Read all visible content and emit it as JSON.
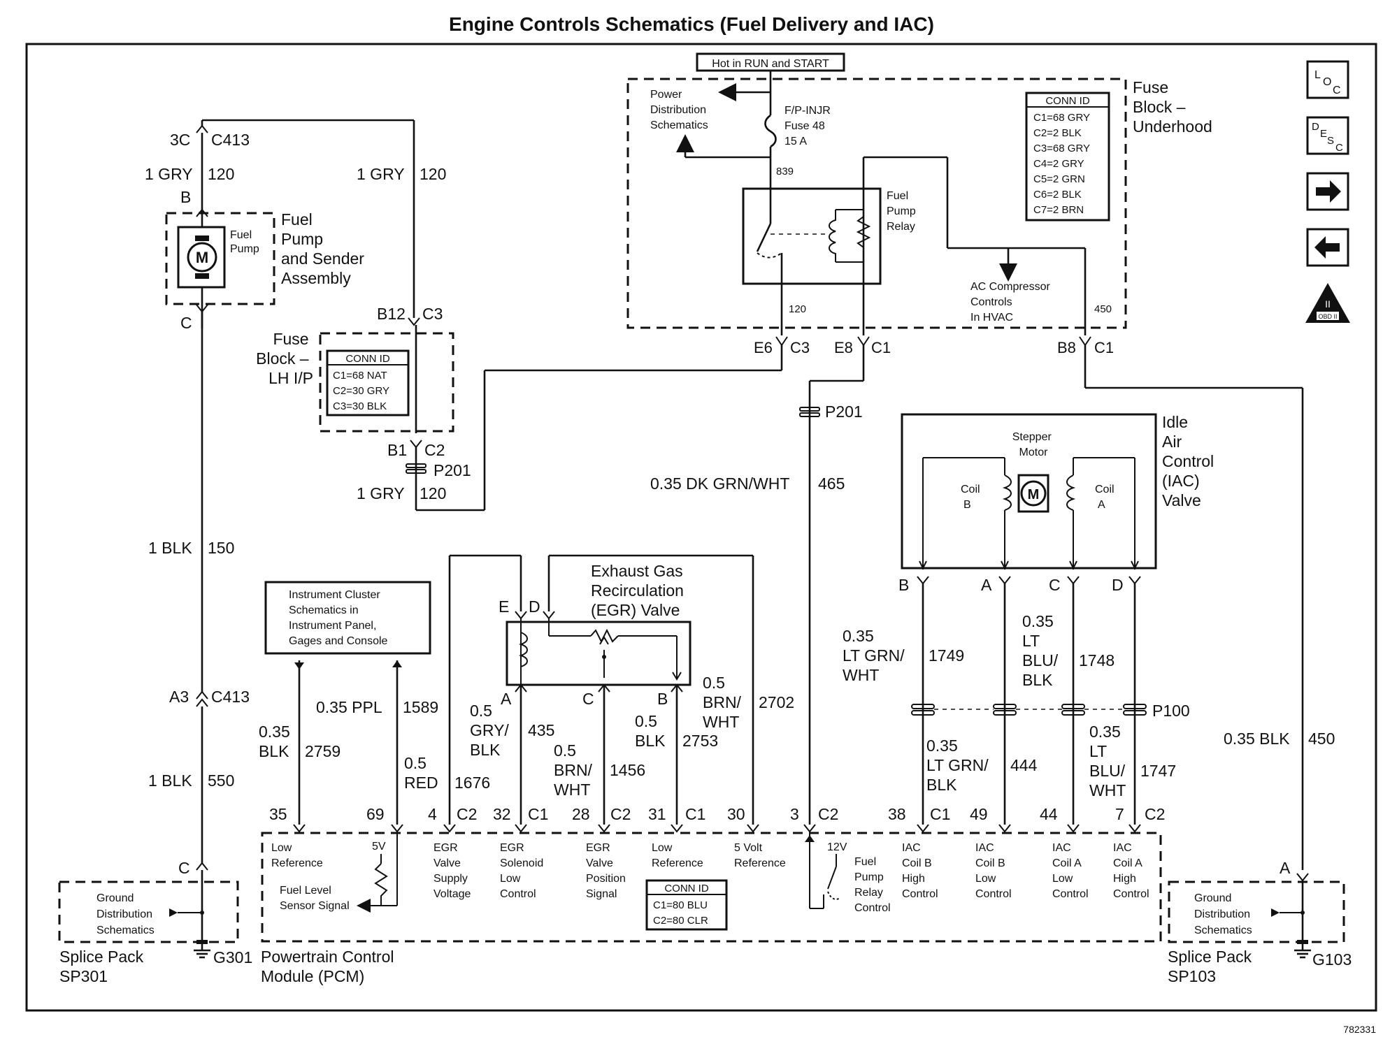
{
  "title": "Engine Controls Schematics (Fuel Delivery and IAC)",
  "figure_id": "782331",
  "side_icons": {
    "loc": "L O C",
    "desc": "D E S C",
    "obd": "OBD II"
  },
  "hot_label": "Hot in RUN and START",
  "fuse_block_underhood": {
    "title": [
      "Fuse",
      "Block –",
      "Underhood"
    ],
    "conn_id": {
      "header": "CONN ID",
      "rows": [
        "C1=68 GRY",
        "C2=2 BLK",
        "C3=68 GRY",
        "C4=2 GRY",
        "C5=2 GRN",
        "C6=2 BLK",
        "C7=2 BRN"
      ]
    },
    "power_distribution": [
      "Power",
      "Distribution",
      "Schematics"
    ],
    "fuse": [
      "F/P-INJR",
      "Fuse 48",
      "15 A"
    ],
    "circuit_839": "839",
    "relay": [
      "Fuel",
      "Pump",
      "Relay"
    ],
    "ac_compressor": [
      "AC Compressor",
      "Controls",
      "In HVAC"
    ],
    "circuit_120": "120",
    "circuit_450": "450"
  },
  "fuse_block_lh": {
    "title": [
      "Fuse",
      "Block –",
      "LH I/P"
    ],
    "conn_id": {
      "header": "CONN ID",
      "rows": [
        "C1=68 NAT",
        "C2=30 GRY",
        "C3=30 BLK"
      ]
    }
  },
  "fuel_pump": {
    "small": [
      "Fuel",
      "Pump"
    ],
    "title": [
      "Fuel",
      "Pump",
      "and Sender",
      "Assembly"
    ],
    "motor": "M"
  },
  "connectors": {
    "c3c": "3C",
    "c413_top": "C413",
    "b": "B",
    "c": "C",
    "b12": "B12",
    "c3": "C3",
    "b1": "B1",
    "c2": "C2",
    "p201": "P201",
    "e6": "E6",
    "c3b": "C3",
    "e8": "E8",
    "c1a": "C1",
    "b8": "B8",
    "c1b": "C1",
    "a3": "A3",
    "c413_bot": "C413",
    "c_bot": "C",
    "a_right": "A",
    "p201_mid": "P201",
    "p100": "P100"
  },
  "wires": {
    "gry_120_left": [
      "1 GRY",
      "120"
    ],
    "gry_120_right": [
      "1 GRY",
      "120"
    ],
    "gry_120_low": [
      "1 GRY",
      "120"
    ],
    "blk_150": [
      "1 BLK",
      "150"
    ],
    "blk_550": [
      "1 BLK",
      "550"
    ],
    "blk_2759": [
      "0.35",
      "BLK",
      "2759"
    ],
    "ppl_1589": [
      "0.35 PPL",
      "1589"
    ],
    "red_1676": [
      "0.5",
      "RED",
      "1676"
    ],
    "gryblk_435": [
      "0.5",
      "GRY/",
      "BLK",
      "435"
    ],
    "brnwht_1456": [
      "0.5",
      "BRN/",
      "WHT",
      "1456"
    ],
    "blk_2753": [
      "0.5",
      "BLK",
      "2753"
    ],
    "brnwht_2702": [
      "0.5",
      "BRN/",
      "WHT",
      "2702"
    ],
    "dkgrn_465": [
      "0.35 DK GRN/WHT",
      "465"
    ],
    "ltgrn_1749": [
      "0.35",
      "LT GRN/",
      "WHT",
      "1749"
    ],
    "ltblu_1748": [
      "0.35",
      "LT",
      "BLU/",
      "BLK",
      "1748"
    ],
    "ltgrn_444": [
      "0.35",
      "LT GRN/",
      "BLK",
      "444"
    ],
    "ltblu_1747": [
      "0.35",
      "LT",
      "BLU/",
      "WHT",
      "1747"
    ],
    "blk_450": [
      "0.35 BLK",
      "450"
    ]
  },
  "instrument_cluster": [
    "Instrument Cluster",
    "Schematics in",
    "Instrument Panel,",
    "Gages and Console"
  ],
  "egr": {
    "title": [
      "Exhaust Gas",
      "Recirculation",
      "(EGR) Valve"
    ],
    "pins": [
      "E",
      "D",
      "A",
      "C",
      "B"
    ]
  },
  "iac": {
    "title": [
      "Idle",
      "Air",
      "Control",
      "(IAC)",
      "Valve"
    ],
    "stepper": [
      "Stepper",
      "Motor"
    ],
    "coil_b": [
      "Coil",
      "B"
    ],
    "coil_a": [
      "Coil",
      "A"
    ],
    "motor": "M",
    "pins": [
      "B",
      "A",
      "C",
      "D"
    ]
  },
  "pcm": {
    "title": [
      "Powertrain Control",
      "Module (PCM)"
    ],
    "pin_numbers": [
      "35",
      "69",
      "4",
      "C2",
      "32",
      "C1",
      "28",
      "C2",
      "31",
      "C1",
      "30",
      "3",
      "C2",
      "38",
      "C1",
      "49",
      "44",
      "7",
      "C2"
    ],
    "labels": {
      "low_ref1": [
        "Low",
        "Reference"
      ],
      "five_v": "5V",
      "fuel_level": [
        "Fuel Level",
        "Sensor Signal"
      ],
      "egr_supply": [
        "EGR",
        "Valve",
        "Supply",
        "Voltage"
      ],
      "egr_solenoid": [
        "EGR",
        "Solenoid",
        "Low",
        "Control"
      ],
      "egr_position": [
        "EGR",
        "Valve",
        "Position",
        "Signal"
      ],
      "low_ref2": [
        "Low",
        "Reference"
      ],
      "five_volt_ref": [
        "5 Volt",
        "Reference"
      ],
      "twelve_v": "12V",
      "fuel_pump_relay": [
        "Fuel",
        "Pump",
        "Relay",
        "Control"
      ],
      "iac_b_high": [
        "IAC",
        "Coil B",
        "High",
        "Control"
      ],
      "iac_b_low": [
        "IAC",
        "Coil B",
        "Low",
        "Control"
      ],
      "iac_a_low": [
        "IAC",
        "Coil A",
        "Low",
        "Control"
      ],
      "iac_a_high": [
        "IAC",
        "Coil A",
        "High",
        "Control"
      ]
    },
    "conn_id": {
      "header": "CONN ID",
      "rows": [
        "C1=80 BLU",
        "C2=80 CLR"
      ]
    }
  },
  "ground_left": {
    "text": [
      "Ground",
      "Distribution",
      "Schematics"
    ],
    "splice": [
      "Splice Pack",
      "SP301"
    ],
    "ground": "G301"
  },
  "ground_right": {
    "text": [
      "Ground",
      "Distribution",
      "Schematics"
    ],
    "splice": [
      "Splice Pack",
      "SP103"
    ],
    "ground": "G103"
  }
}
